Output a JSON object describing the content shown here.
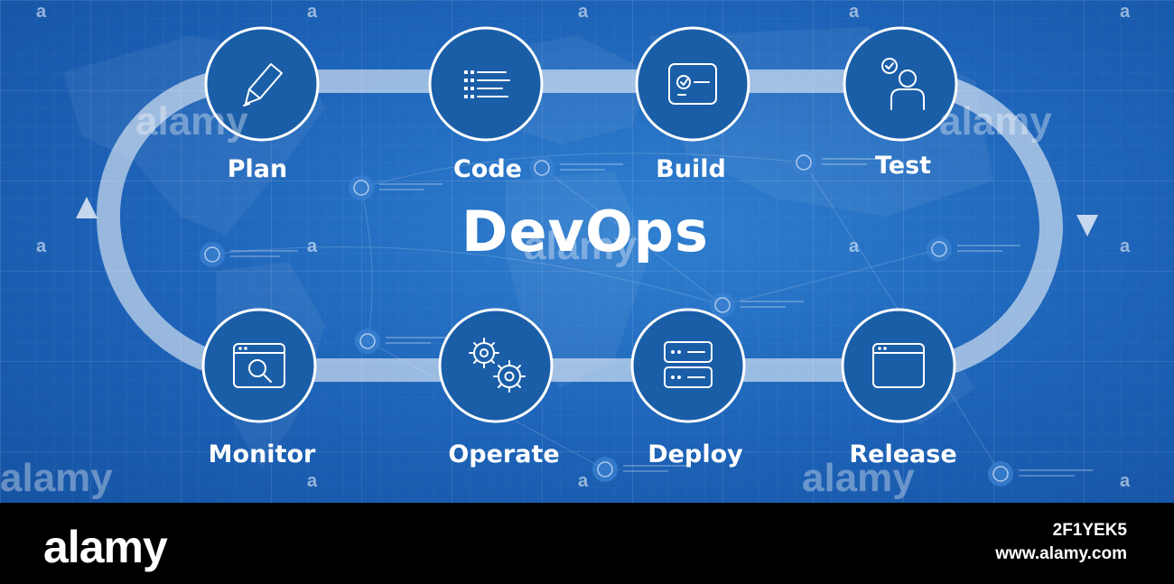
{
  "diagram": {
    "title": "DevOps",
    "steps": [
      {
        "label": "Plan",
        "icon": "pencil-icon"
      },
      {
        "label": "Code",
        "icon": "code-list-icon"
      },
      {
        "label": "Build",
        "icon": "build-panel-icon"
      },
      {
        "label": "Test",
        "icon": "user-check-icon"
      },
      {
        "label": "Monitor",
        "icon": "browser-search-icon"
      },
      {
        "label": "Operate",
        "icon": "gears-icon"
      },
      {
        "label": "Deploy",
        "icon": "server-icon"
      },
      {
        "label": "Release",
        "icon": "browser-window-icon"
      }
    ],
    "colors": {
      "background": "#1d63b8",
      "circle_fill": "#1a5ea8",
      "stroke": "#ffffff"
    }
  },
  "watermark": {
    "text": "alamy",
    "mark": "a"
  },
  "footer": {
    "brand": "alamy",
    "image_id": "2F1YEK5",
    "site": "www.alamy.com"
  }
}
